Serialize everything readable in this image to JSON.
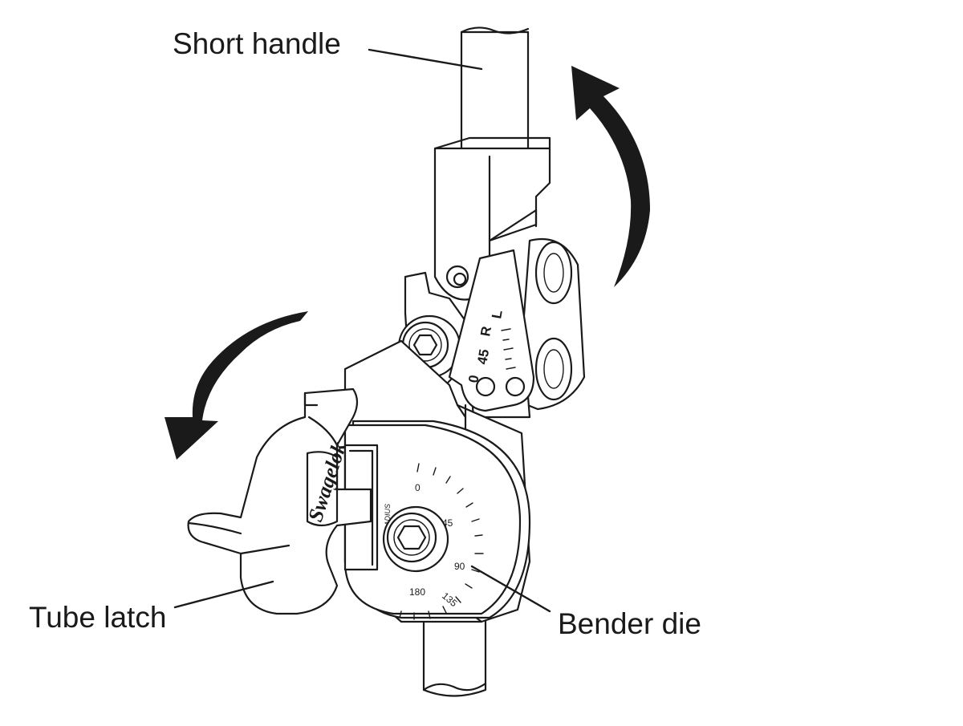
{
  "labels": {
    "short_handle": "Short handle",
    "tube_latch": "Tube latch",
    "bender_die": "Bender die"
  },
  "scale_marks": {
    "zero": "0",
    "forty_five": "45",
    "r": "R",
    "l": "L"
  },
  "die_dial": {
    "d0": "0",
    "d45": "45",
    "d90": "90",
    "d135": "135",
    "d180": "180",
    "radius": "9/16 RADIUS"
  },
  "brand_mark": "Swagelok"
}
